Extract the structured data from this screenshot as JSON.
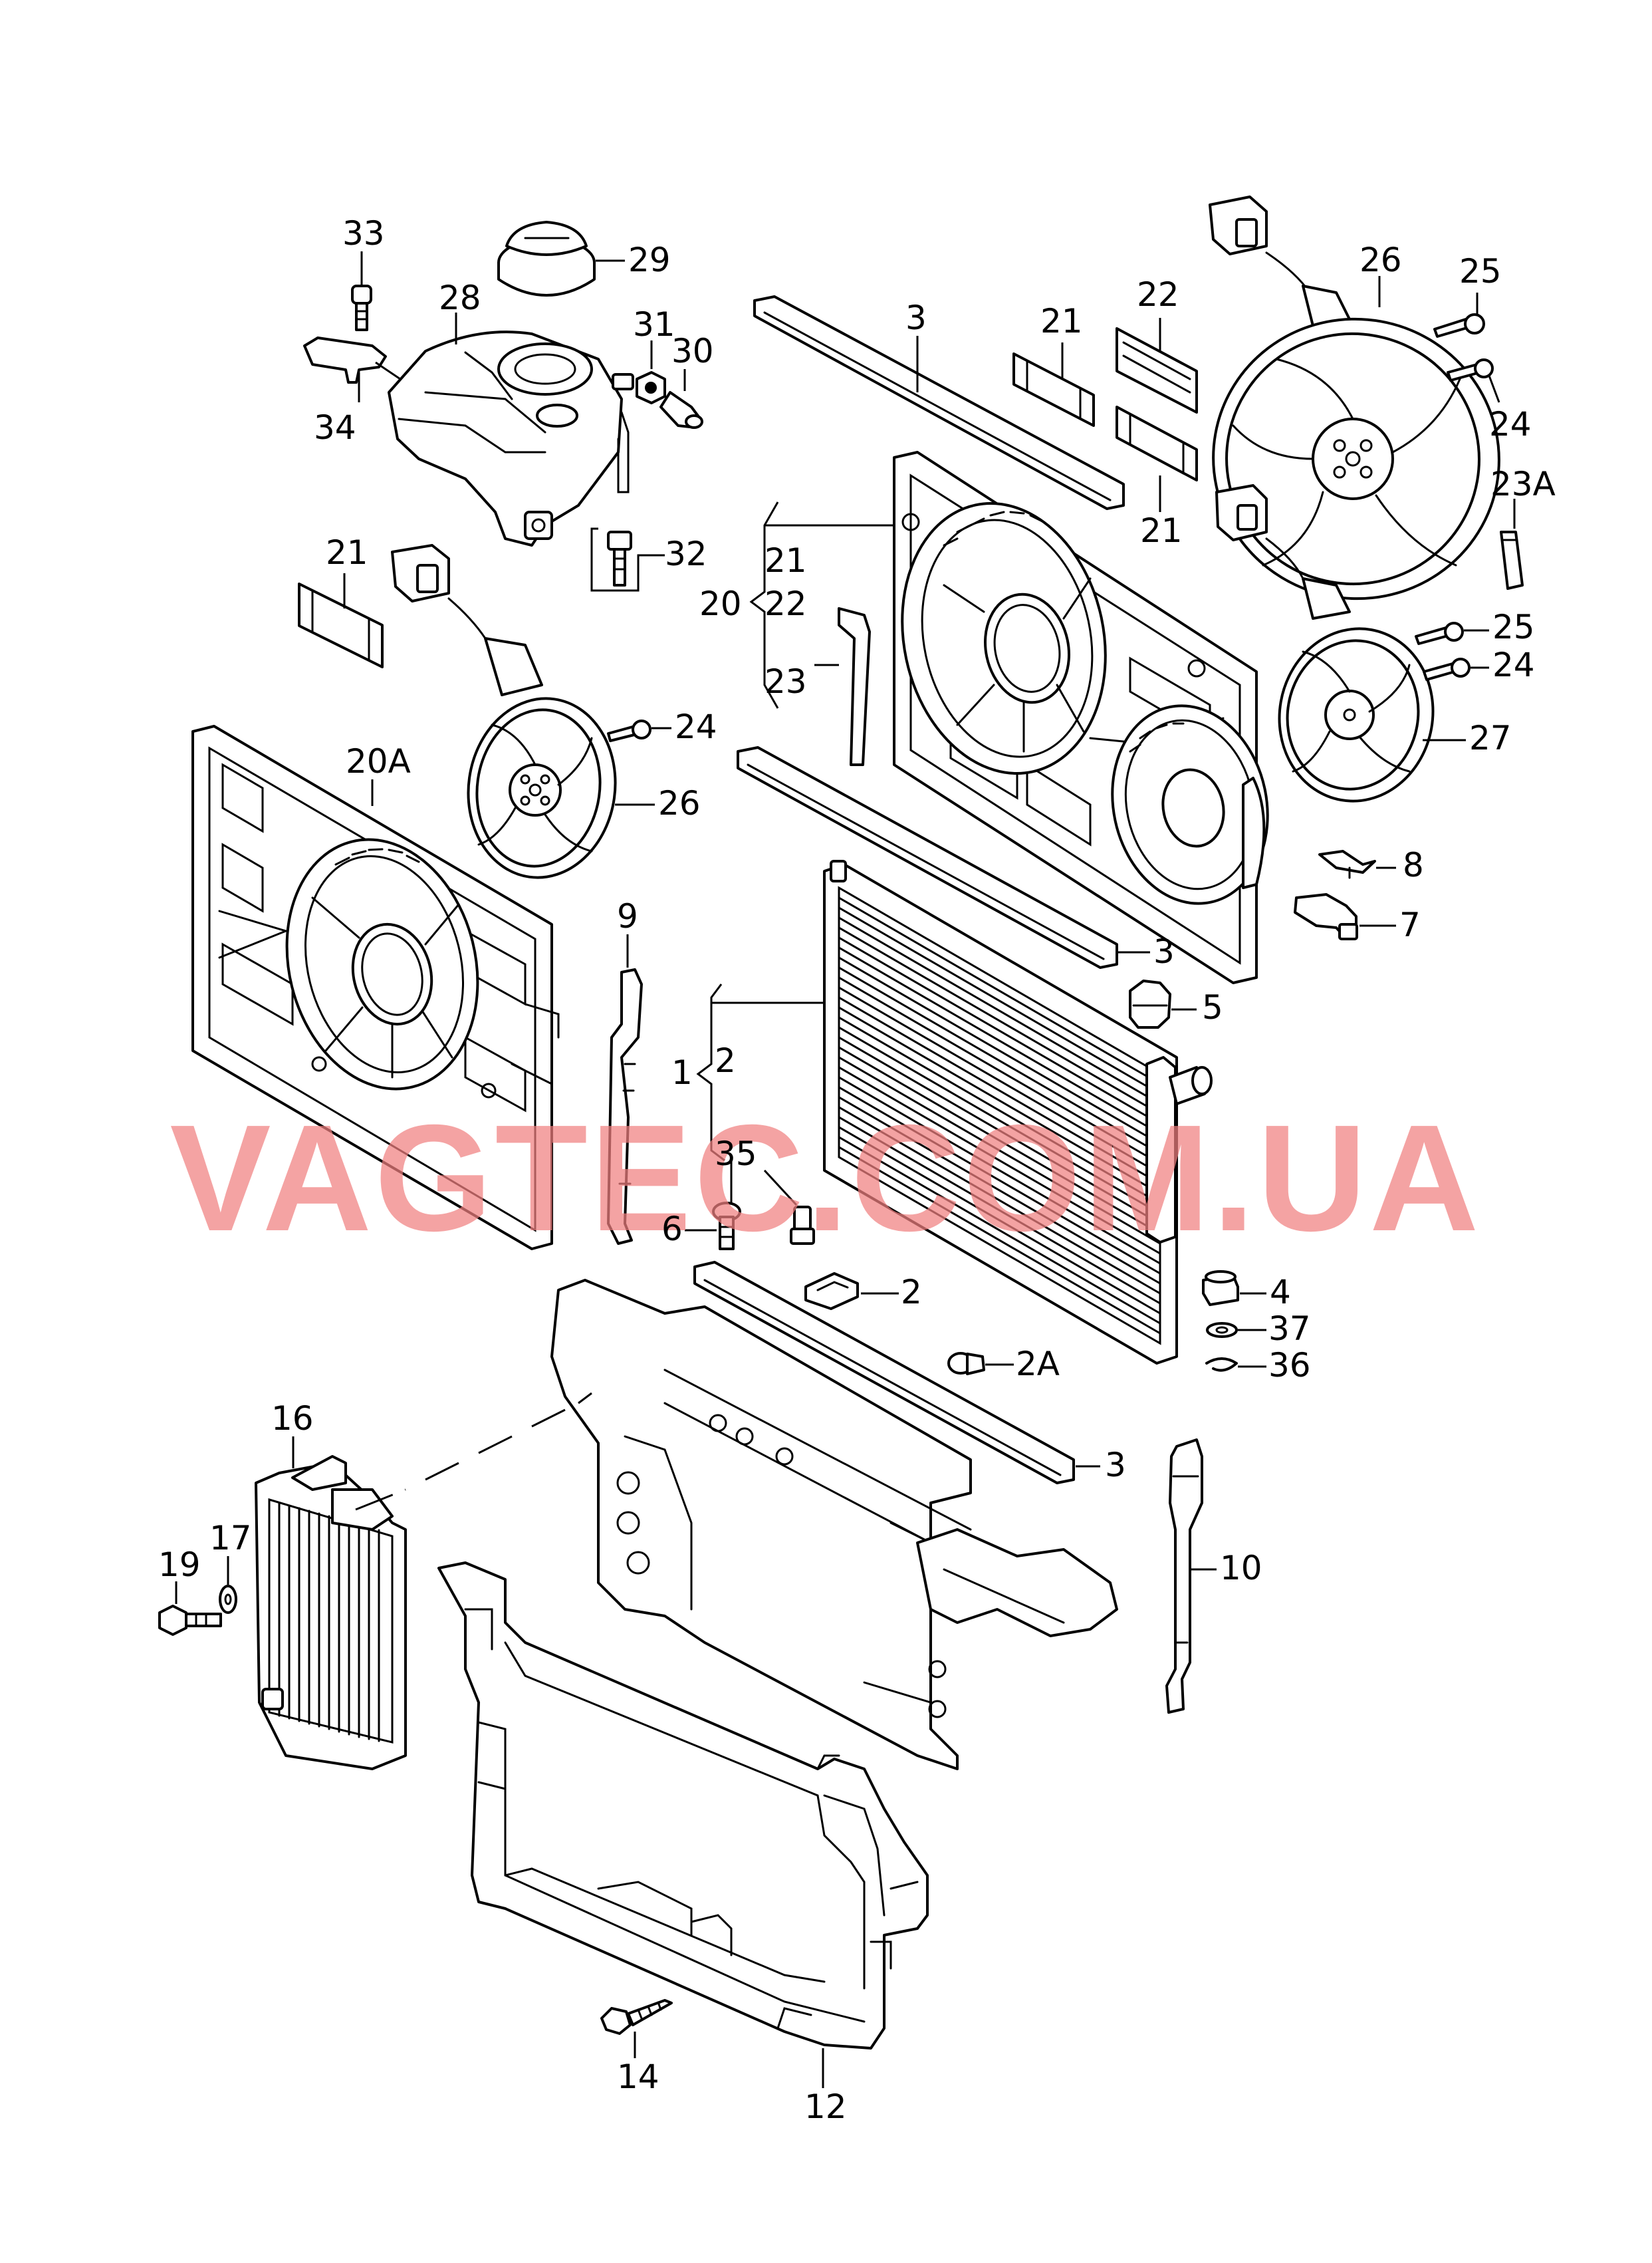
{
  "watermark": "VAGTEC.COM.UA",
  "callouts": {
    "c33": "33",
    "c29": "29",
    "c28": "28",
    "c31": "31",
    "c30": "30",
    "c34": "34",
    "c32": "32",
    "c3_top": "3",
    "c21_top": "21",
    "c22_top": "22",
    "c21_mid": "21",
    "c26_right": "26",
    "c25_a": "25",
    "c24_a": "24",
    "c23A": "23A",
    "c21_bracket": "21",
    "c20": "20",
    "c22_bracket": "22",
    "c23": "23",
    "c25_b": "25",
    "c24_b": "24",
    "c27": "27",
    "c21_left": "21",
    "c24_left": "24",
    "c26_left": "26",
    "c20A": "20A",
    "c8": "8",
    "c7": "7",
    "c3_mid": "3",
    "c9": "9",
    "c5": "5",
    "c1": "1",
    "c2_bracket": "2",
    "c35": "35",
    "c6": "6",
    "c2": "2",
    "c4": "4",
    "c37": "37",
    "c36": "36",
    "c2A": "2A",
    "c3_low": "3",
    "c16": "16",
    "c10": "10",
    "c17": "17",
    "c19": "19",
    "c14": "14",
    "c12": "12"
  }
}
